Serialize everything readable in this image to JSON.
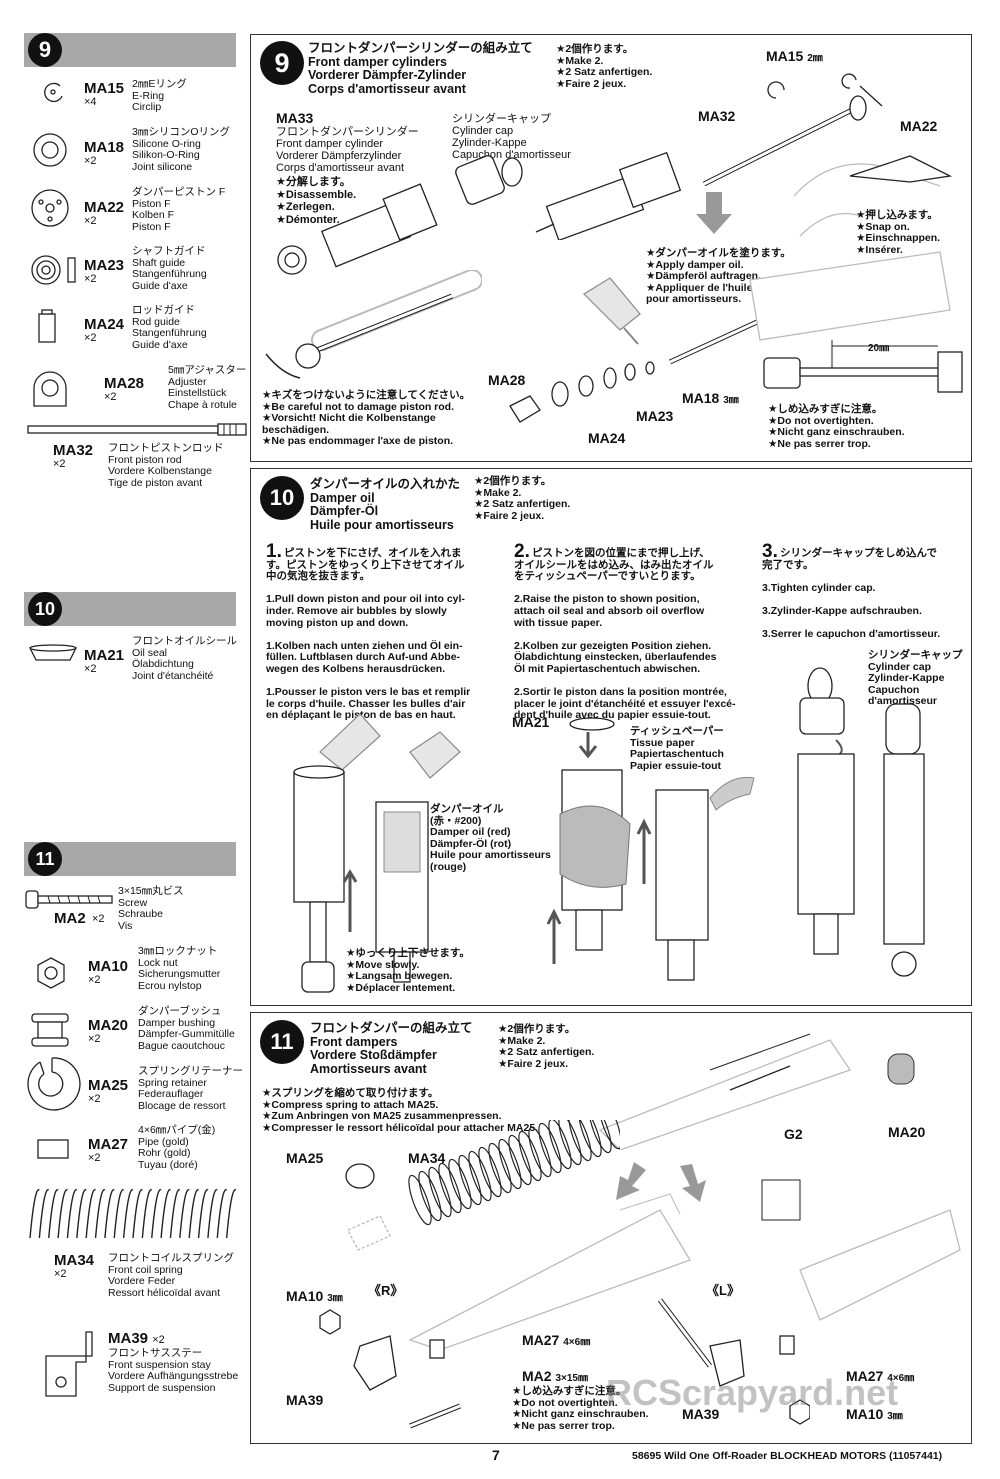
{
  "page_number": "7",
  "footer_title": "58695 Wild One Off-Roader BLOCKHEAD MOTORS (11057441)",
  "watermark": "RCScrapyard.net",
  "sidebar": {
    "step9": {
      "number": "9",
      "parts": [
        {
          "code": "MA15",
          "qty": "×4",
          "desc": "2㎜Eリング\nE-Ring\nCirclip"
        },
        {
          "code": "MA18",
          "qty": "×2",
          "desc": "3㎜シリコンOリング\nSilicone O-ring\nSilikon-O-Ring\nJoint silicone"
        },
        {
          "code": "MA22",
          "qty": "×2",
          "desc": "ダンパーピストン F\nPiston F\nKolben F\nPiston F"
        },
        {
          "code": "MA23",
          "qty": "×2",
          "desc": "シャフトガイド\nShaft guide\nStangenführung\nGuide d'axe"
        },
        {
          "code": "MA24",
          "qty": "×2",
          "desc": "ロッドガイド\nRod guide\nStangenführung\nGuide d'axe"
        },
        {
          "code": "MA28",
          "qty": "×2",
          "desc": "5㎜アジャスター\nAdjuster\nEinstellstück\nChape à rotule"
        },
        {
          "code": "MA32",
          "qty": "×2",
          "desc": "フロントピストンロッド\nFront piston rod\nVordere Kolbenstange\nTige de piston avant"
        }
      ]
    },
    "step10": {
      "number": "10",
      "parts": [
        {
          "code": "MA21",
          "qty": "×2",
          "desc": "フロントオイルシール\nOil seal\nÖlabdichtung\nJoint d'étanchéité"
        }
      ]
    },
    "step11": {
      "number": "11",
      "parts": [
        {
          "code": "MA2",
          "qty": "×2",
          "desc": "3×15㎜丸ビス\nScrew\nSchraube\nVis"
        },
        {
          "code": "MA10",
          "qty": "×2",
          "desc": "3㎜ロックナット\nLock nut\nSicherungsmutter\nEcrou nylstop"
        },
        {
          "code": "MA20",
          "qty": "×2",
          "desc": "ダンパーブッシュ\nDamper bushing\nDämpfer-Gummitülle\nBague caoutchouc"
        },
        {
          "code": "MA25",
          "qty": "×2",
          "desc": "スプリングリテーナー\nSpring retainer\nFederauflager\nBlocage de ressort"
        },
        {
          "code": "MA27",
          "qty": "×2",
          "desc": "4×6㎜パイプ(金)\nPipe (gold)\nRohr (gold)\nTuyau (doré)"
        },
        {
          "code": "MA34",
          "qty": "×2",
          "desc": "フロントコイルスプリング\nFront coil spring\nVordere Feder\nRessort hélicoïdal avant"
        },
        {
          "code": "MA39",
          "qty": "×2",
          "desc": "フロントサスステー\nFront suspension stay\nVordere Aufhängungsstrebe\nSupport de suspension"
        }
      ]
    }
  },
  "step9": {
    "number": "9",
    "title": "フロントダンパーシリンダーの組み立て\nFront damper cylinders\nVorderer Dämpfer-Zylinder\nCorps d'amortisseur avant",
    "make": "★2個作ります。\n★Make 2.\n★2 Satz anfertigen.\n★Faire 2 jeux.",
    "ma33_code": "MA33",
    "ma33_desc": "フロントダンパーシリンダー\nFront damper cylinder\nVorderer Dämpferzylinder\nCorps d'amortisseur avant",
    "disassemble": "★分解します。\n★Disassemble.\n★Zerlegen.\n★Démonter.",
    "cap_desc": "シリンダーキャップ\nCylinder cap\nZylinder-Kappe\nCapuchon d'amortisseur",
    "ma32": "MA32",
    "ma15": "MA15",
    "ma15_size": "2㎜",
    "ma22": "MA22",
    "snap": "★押し込みます。\n★Snap on.\n★Einschnappen.\n★Insérer.",
    "oil": "★ダンパーオイルを塗ります。\n★Apply damper oil.\n★Dämpferöl auftragen.\n★Appliquer de l'huile\npour amortisseurs.",
    "careful": "★キズをつけないように注意してください。\n★Be careful not to damage piston rod.\n★Vorsicht! Nicht die Kolbenstange\nbeschädigen.\n★Ne pas endommager l'axe de piston.",
    "ma28": "MA28",
    "ma24": "MA24",
    "ma23": "MA23",
    "ma18": "MA18",
    "ma18_size": "3㎜",
    "dim": "20㎜",
    "overtighten": "★しめ込みすぎに注意。\n★Do not overtighten.\n★Nicht ganz einschrauben.\n★Ne pas serrer trop."
  },
  "step10": {
    "number": "10",
    "title": "ダンパーオイルの入れかた\nDamper oil\nDämpfer-Öl\nHuile pour amortisseurs",
    "make": "★2個作ります。\n★Make 2.\n★2 Satz anfertigen.\n★Faire 2 jeux.",
    "s1_num": "1.",
    "s1": "ピストンを下にさげ、オイルを入れま\nす。ピストンをゆっくり上下させてオイル\n中の気泡を抜きます。\n\n1.Pull down piston and pour oil into cyl-\ninder. Remove air bubbles by slowly\nmoving piston up and down.\n\n1.Kolben nach unten ziehen und Öl ein-\nfüllen. Luftblasen durch Auf-und Abbe-\nwegen des Kolbens herausdrücken.\n\n1.Pousser le piston vers le bas et remplir\nle corps d'huile. Chasser les bulles d'air\nen déplaçant le piston de bas en haut.",
    "s2_num": "2.",
    "s2": "ピストンを図の位置にまで押し上げ、\nオイルシールをはめ込み、はみ出たオイル\nをティッシュペーパーですいとります。\n\n2.Raise the piston to shown position,\nattach oil seal and absorb oil overflow\nwith tissue paper.\n\n2.Kolben zur gezeigten Position ziehen.\nÖlabdichtung einstecken, überlaufendes\nÖl mit Papiertaschentuch abwischen.\n\n2.Sortir le piston dans la position montrée,\nplacer le joint d'étanchéité et essuyer l'excé-\ndent d'huile avec du papier essuie-tout.",
    "s3_num": "3.",
    "s3": "シリンダーキャップをしめ込んで\n完了です。\n\n3.Tighten cylinder cap.\n\n3.Zylinder-Kappe aufschrauben.\n\n3.Serrer le capuchon d'amortisseur.",
    "oil_label": "ダンパーオイル\n(赤・#200)\nDamper oil (red)\nDämpfer-Öl (rot)\nHuile pour amortisseurs\n(rouge)",
    "slowly": "★ゆっくり上下させます。\n★Move slowly.\n★Langsam bewegen.\n★Déplacer lentement.",
    "ma21": "MA21",
    "tissue": "ティッシュペーパー\nTissue paper\nPapiertaschentuch\nPapier essuie-tout",
    "cap": "シリンダーキャップ\nCylinder cap\nZylinder-Kappe\nCapuchon\nd'amortisseur"
  },
  "step11": {
    "number": "11",
    "title": "フロントダンパーの組み立て\nFront dampers\nVordere Stoßdämpfer\nAmortisseurs avant",
    "make": "★2個作ります。\n★Make 2.\n★2 Satz anfertigen.\n★Faire 2 jeux.",
    "spring": "★スプリングを縮めて取り付けます。\n★Compress spring to attach MA25.\n★Zum Anbringen von MA25 zusammenpressen.\n★Compresser le ressort hélicoïdal pour attacher MA25.",
    "ma25": "MA25",
    "ma34": "MA34",
    "g2": "G2",
    "ma20": "MA20",
    "r": "《R》",
    "l": "《L》",
    "ma10": "MA10",
    "ma10_size": "3㎜",
    "ma27": "MA27",
    "ma27_size": "4×6㎜",
    "ma2": "MA2",
    "ma2_size": "3×15㎜",
    "overtighten": "★しめ込みすぎに注意。\n★Do not overtighten.\n★Nicht ganz einschrauben.\n★Ne pas serrer trop.",
    "ma39": "MA39"
  }
}
